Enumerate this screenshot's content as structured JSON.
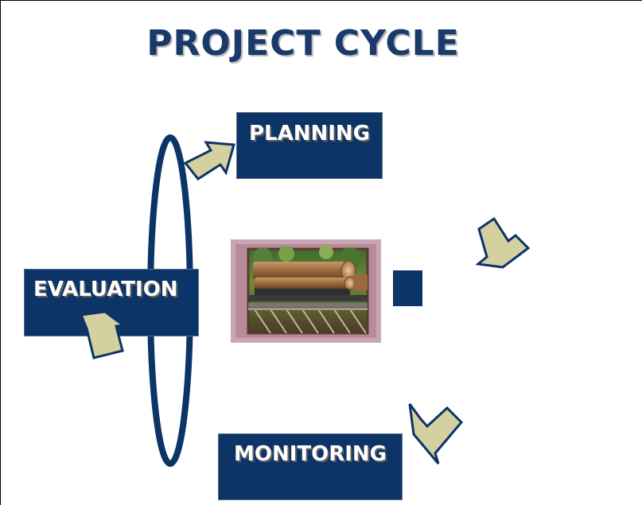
{
  "title": "PROJECT CYCLE",
  "stages": {
    "planning": "PLANNING",
    "evaluation": "EVALUATION",
    "monitoring": "MONITORING"
  },
  "image": {
    "subject": "logs-on-rail-cart-photo"
  },
  "colors": {
    "title": "#1a3a6b",
    "box_fill": "#0c3466",
    "arrow_fill": "#d4d0a0",
    "arrow_stroke": "#0c3466",
    "ellipse_stroke": "#0c3466"
  }
}
